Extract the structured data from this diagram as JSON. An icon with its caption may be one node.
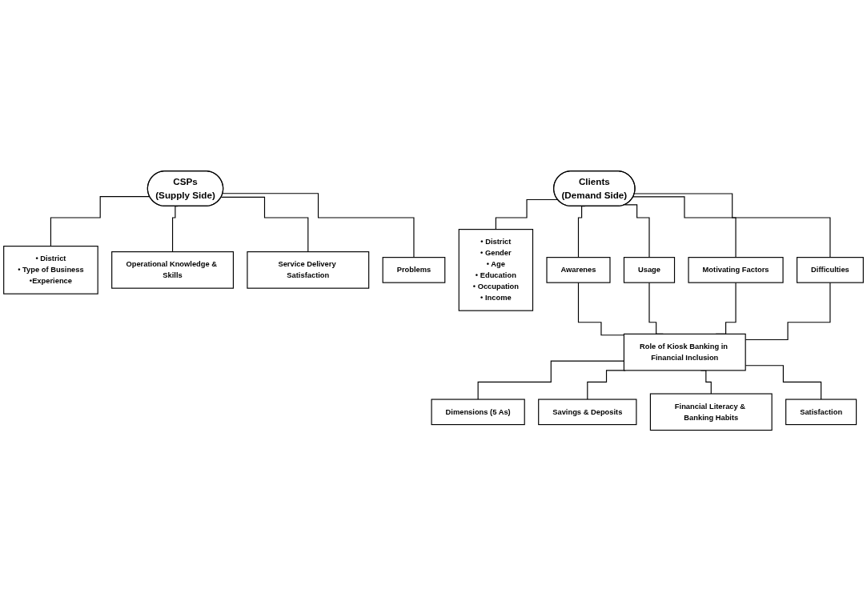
{
  "diagram": {
    "nodes": [
      {
        "text": [
          "CSPs",
          "(Supply Side)"
        ]
      },
      {
        "text": [
          "• District",
          "• Type of Business",
          "•Experience"
        ]
      },
      {
        "text": [
          "• District",
          "• Gender",
          "• Age",
          "• Education",
          "• Occupation",
          "• Income"
        ]
      },
      {
        "text": [
          "Clients",
          "(Demand Side)"
        ]
      },
      {
        "text": [
          "Operational Knowledge & Skills"
        ]
      },
      {
        "text": [
          "Service Delivery Satisfaction"
        ]
      },
      {
        "text": [
          "Problems"
        ]
      },
      {
        "text": [
          "Awarenes"
        ]
      },
      {
        "text": [
          "Usage"
        ]
      },
      {
        "text": [
          "Motivating Factors"
        ]
      },
      {
        "text": [
          "Difficulties"
        ]
      },
      {
        "text": [
          "Role of Kiosk Banking in Financial Inclusion"
        ]
      },
      {
        "text": [
          "Dimensions (5 As)"
        ]
      },
      {
        "text": [
          "Savings & Deposits"
        ]
      },
      {
        "text": [
          "Financial Literacy & Banking Habits"
        ]
      },
      {
        "text": [
          "Satisfaction"
        ]
      }
    ],
    "edges": [
      {
        "from": 0,
        "to": 1,
        "arrow": "none"
      },
      {
        "from": 0,
        "to": 4,
        "arrow": "none"
      },
      {
        "from": 0,
        "to": 5,
        "arrow": "none"
      },
      {
        "from": 0,
        "to": 6,
        "arrow": "none"
      },
      {
        "from": 3,
        "to": 2,
        "arrow": "none"
      },
      {
        "from": 3,
        "to": 7,
        "arrow": "none"
      },
      {
        "from": 3,
        "to": 8,
        "arrow": "none"
      },
      {
        "from": 3,
        "to": 9,
        "arrow": "none"
      },
      {
        "from": 3,
        "to": 10,
        "arrow": "none"
      },
      {
        "from": 7,
        "to": 11,
        "arrow": "none"
      },
      {
        "from": 8,
        "to": 11,
        "arrow": "none"
      },
      {
        "from": 9,
        "to": 11,
        "arrow": "none"
      },
      {
        "from": 10,
        "to": 11,
        "arrow": "none"
      },
      {
        "from": 11,
        "to": 12,
        "arrow": "none"
      },
      {
        "from": 11,
        "to": 13,
        "arrow": "none"
      },
      {
        "from": 11,
        "to": 14,
        "arrow": "none"
      },
      {
        "from": 11,
        "to": 15,
        "arrow": "none"
      }
    ]
  }
}
